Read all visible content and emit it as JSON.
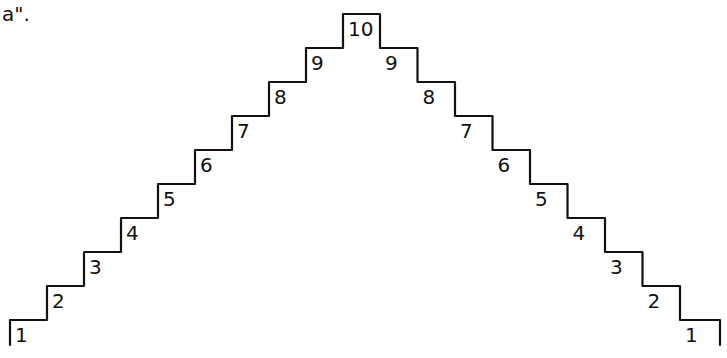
{
  "diagram": {
    "labels": [
      "a\".",
      "1",
      "2",
      "3",
      "4",
      "5",
      "6",
      "7",
      "8",
      "9",
      "10",
      "9",
      "8",
      "7",
      "6",
      "5",
      "4",
      "3",
      "2",
      "1"
    ]
  }
}
